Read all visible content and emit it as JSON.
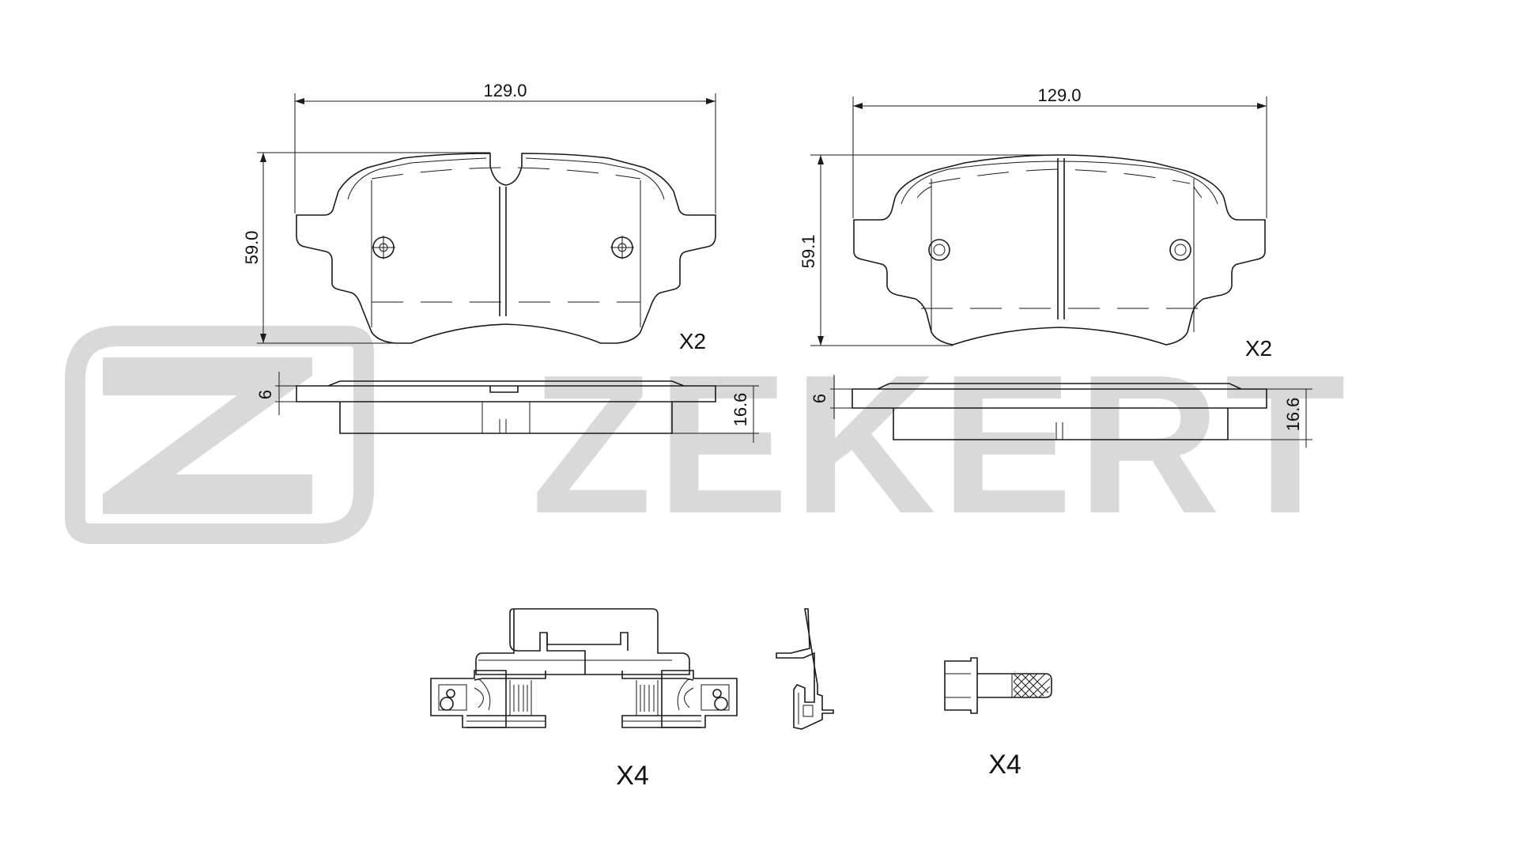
{
  "brand": {
    "watermark_text": "ZEKERT",
    "watermark_color": "#d9d9d9"
  },
  "pad_left": {
    "width_label": "129.0",
    "height_label": "59.0",
    "thickness_backplate_label": "6",
    "thickness_total_label": "16.6",
    "quantity_label": "X2"
  },
  "pad_right": {
    "width_label": "129.0",
    "height_label": "59.1",
    "thickness_backplate_label": "6",
    "thickness_total_label": "16.6",
    "quantity_label": "X2"
  },
  "accessories": {
    "clip_quantity_label": "X4",
    "bolt_quantity_label": "X4"
  },
  "colors": {
    "line": "#1a1a1a",
    "background": "#ffffff"
  }
}
